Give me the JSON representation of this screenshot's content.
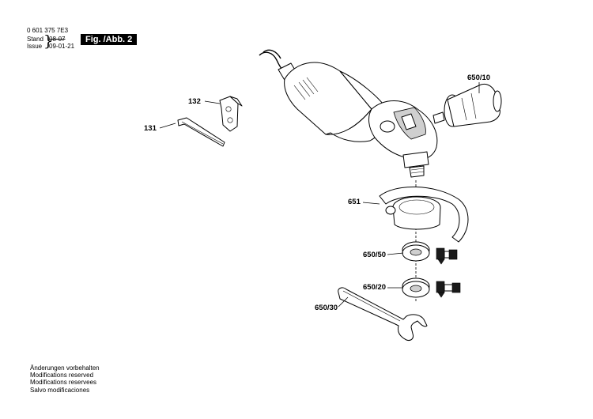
{
  "header": {
    "doc_number": "0 601 375 7E3",
    "stand_label": "Stand",
    "issue_label": "Issue",
    "stand_date": "08-07",
    "issue_date": "09-01-21",
    "figure_label": "Fig. /Abb. 2"
  },
  "parts": {
    "p131": "131",
    "p132": "132",
    "p650_10": "650/10",
    "p651": "651",
    "p650_50": "650/50",
    "p650_20": "650/20",
    "p650_30": "650/30"
  },
  "footer": {
    "line1": "Änderungen vorbehalten",
    "line2": "Modifications reserved",
    "line3": "Modifications reservees",
    "line4": "Salvo modificaciones"
  }
}
